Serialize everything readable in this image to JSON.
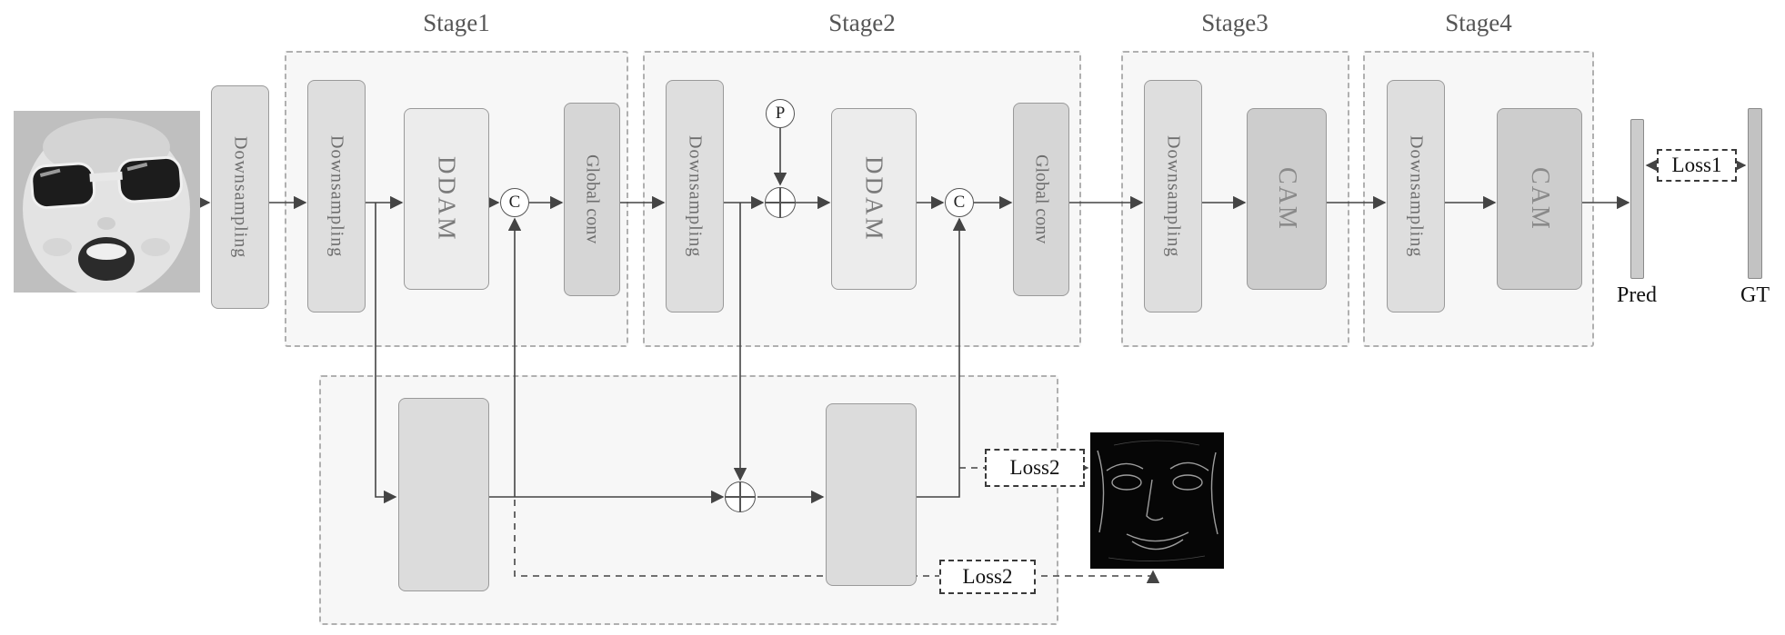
{
  "stages": [
    {
      "label": "Stage1"
    },
    {
      "label": "Stage2"
    },
    {
      "label": "Stage3"
    },
    {
      "label": "Stage4"
    }
  ],
  "blocks": {
    "downsampling": "Downsampling",
    "ddam": "DDAM",
    "global_conv": "Global conv",
    "cam": "CAM"
  },
  "nodes": {
    "concat": "C",
    "pool": "P"
  },
  "loss": {
    "loss1": "Loss1",
    "loss2": "Loss2"
  },
  "outputs": {
    "pred_label": "Pred",
    "gt_label": "GT"
  },
  "colors": {
    "arrow": "#444444",
    "dashed_border": "#b0b0b0",
    "stage_fill": "#f7f7f7",
    "block_fill": "#dedede"
  }
}
